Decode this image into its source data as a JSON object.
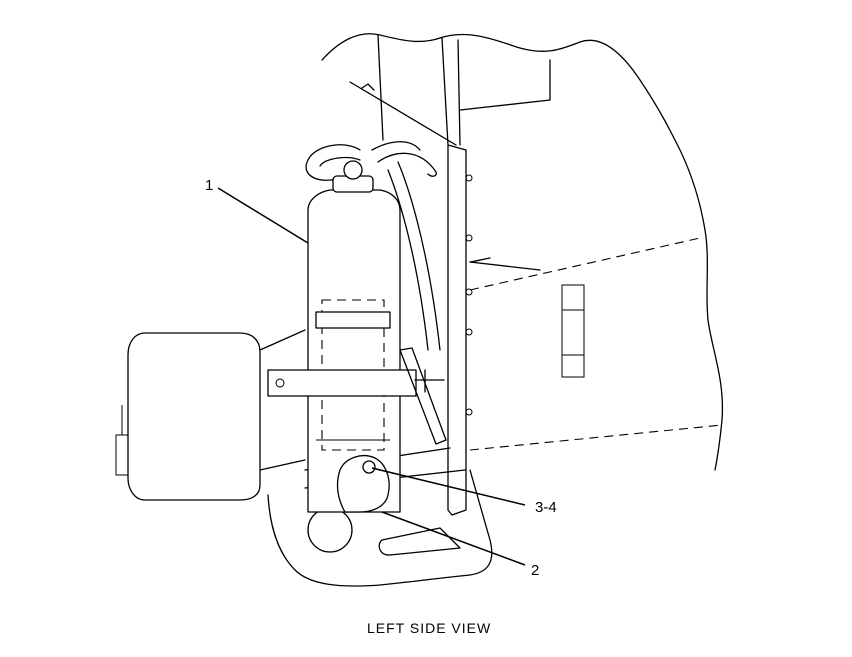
{
  "diagram": {
    "caption": "LEFT SIDE VIEW",
    "callouts": {
      "c1": "1",
      "c2": "2",
      "c34": "3-4"
    }
  }
}
